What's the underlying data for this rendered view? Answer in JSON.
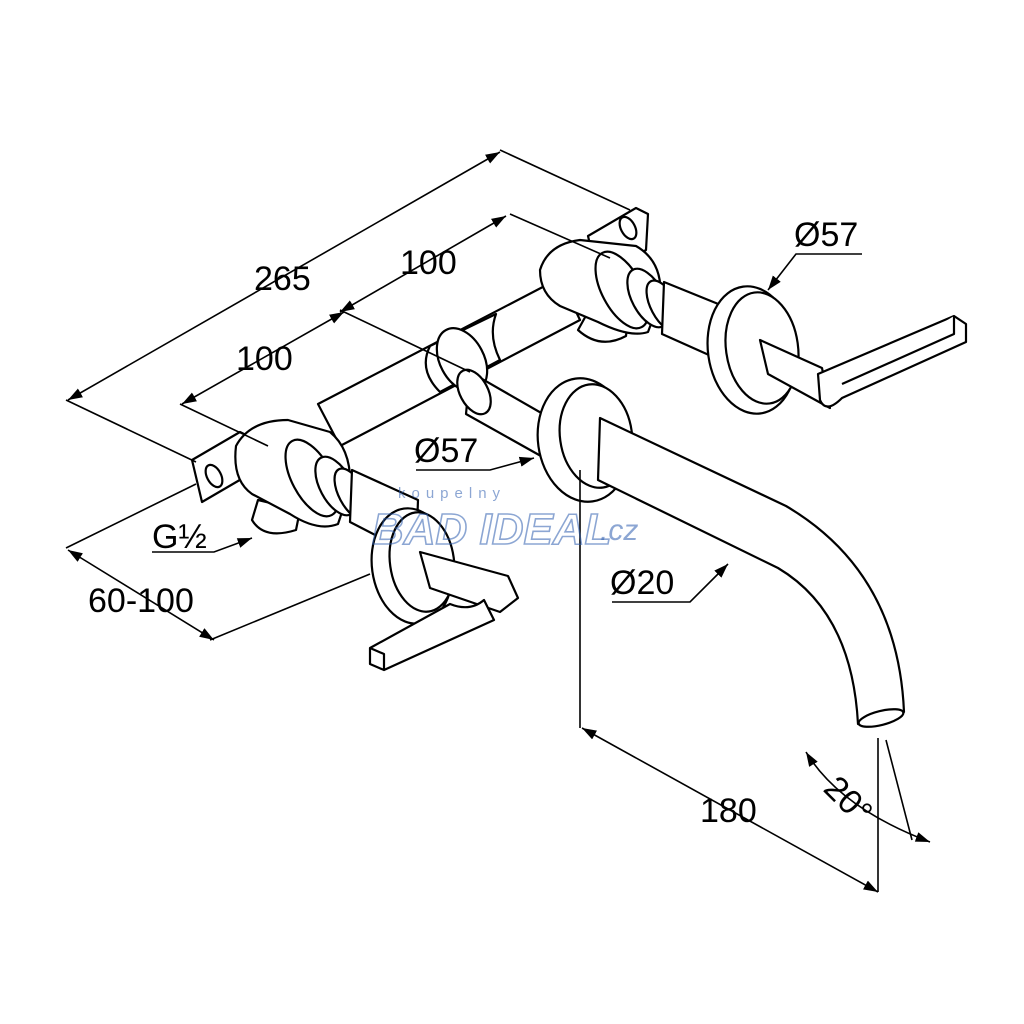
{
  "dimensions": {
    "overall_width": "265",
    "center_distance_left": "100",
    "center_distance_right": "100",
    "rosette_right": "Ø57",
    "rosette_center": "Ø57",
    "spout_diameter": "Ø20",
    "thread": "G½",
    "wall_depth": "60-100",
    "spout_projection": "180",
    "angle": "20°"
  },
  "watermark": {
    "small": "koupelny",
    "main": "BAD IDEAL",
    "suffix": ".cz"
  },
  "colors": {
    "line": "#000000",
    "watermark": "#2f5fb0"
  }
}
